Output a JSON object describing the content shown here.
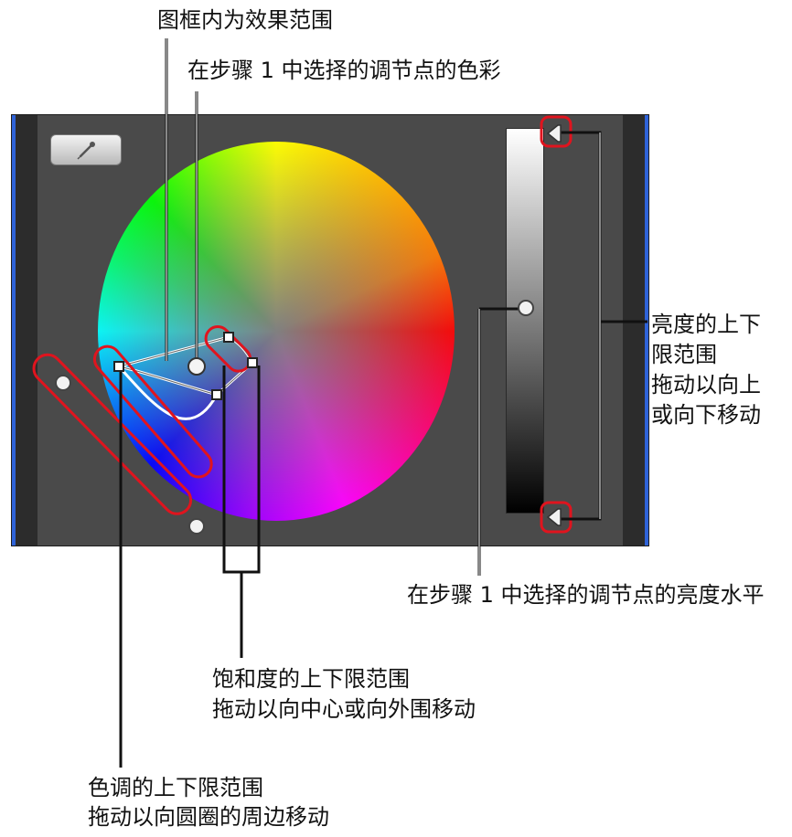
{
  "annotations": {
    "effect_range_label": "图框内为效果范围",
    "selected_point_color_label": "在步骤 1 中选择的调节点的色彩",
    "brightness_range_line1": "亮度的上下",
    "brightness_range_line2": "限范围",
    "brightness_range_line3": "拖动以向上",
    "brightness_range_line4": "或向下移动",
    "selected_point_brightness_label": "在步骤 1 中选择的调节点的亮度水平",
    "saturation_range_line1": "饱和度的上下限范围",
    "saturation_range_line2": "拖动以向中心或向外围移动",
    "hue_range_line1": "色调的上下限范围",
    "hue_range_line2": "拖动以向圆圈的周边移动"
  },
  "panel": {
    "background": "#4a4a4a",
    "accent_blue": "#2f63d8",
    "highlight_red": "#e0141e",
    "tool_icon": "eyedropper-icon"
  }
}
